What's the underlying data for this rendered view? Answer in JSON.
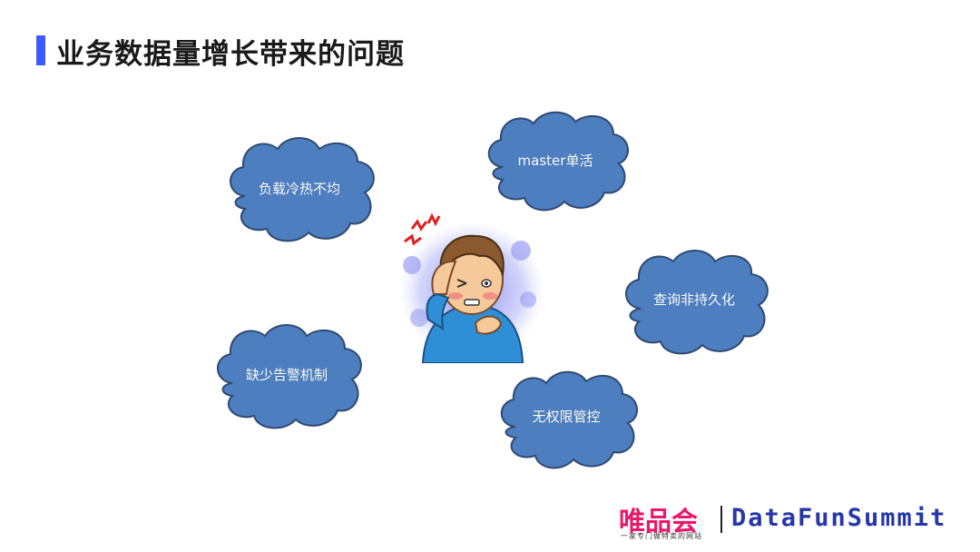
{
  "slide": {
    "title": "业务数据量增长带来的问题",
    "accent_color": "#3d5afe"
  },
  "problems": [
    {
      "id": "load",
      "label": "负载冷热不均"
    },
    {
      "id": "master",
      "label": "master单活"
    },
    {
      "id": "query",
      "label": "查询非持久化"
    },
    {
      "id": "alert",
      "label": "缺少告警机制"
    },
    {
      "id": "permission",
      "label": "无权限管控"
    }
  ],
  "cloud_colors": {
    "fill": "#4d7ebf",
    "stroke": "#2f4a72"
  },
  "illustration": {
    "icon": "stressed-man-headache-icon"
  },
  "footer": {
    "vip_logo": "唯品会",
    "vip_slogan": "一家专门做特卖的网站",
    "vip_color": "#e8196b",
    "brand": "DataFunSummit",
    "brand_color": "#2637a8"
  }
}
